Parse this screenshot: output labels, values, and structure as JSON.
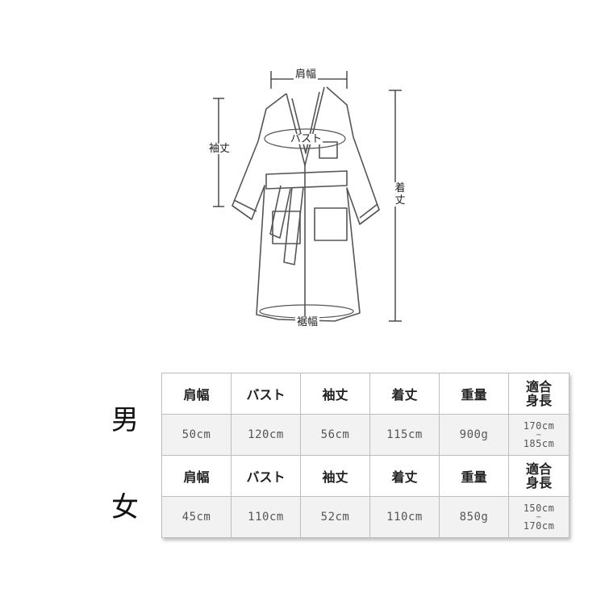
{
  "diagram": {
    "labels": {
      "shoulder": "肩幅",
      "bust": "バスト",
      "sleeve": "袖丈",
      "length": "着丈",
      "hem": "裾幅"
    }
  },
  "genders": {
    "male": "男",
    "female": "女"
  },
  "table": {
    "headers": [
      "肩幅",
      "バスト",
      "袖丈",
      "着丈",
      "重量",
      "適合身長"
    ],
    "header_last": {
      "line1": "適合",
      "line2": "身長"
    },
    "male": {
      "values": [
        "50cm",
        "120cm",
        "56cm",
        "115cm",
        "900g"
      ],
      "height": {
        "from": "170cm",
        "sep": "~",
        "to": "185cm"
      }
    },
    "female": {
      "values": [
        "45cm",
        "110cm",
        "52cm",
        "110cm",
        "850g"
      ],
      "height": {
        "from": "150cm",
        "sep": "~",
        "to": "170cm"
      }
    }
  }
}
